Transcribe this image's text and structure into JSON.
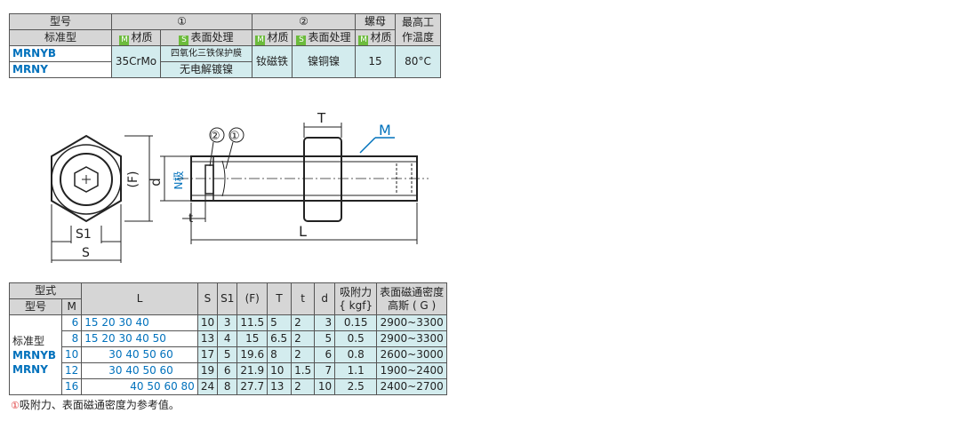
{
  "spec_table": {
    "h_model": "型号",
    "h_one": "①",
    "h_two": "②",
    "h_nut": "螺母",
    "h_maxtemp": "最高工作温度",
    "h_standard": "标准型",
    "tag_m": "M",
    "tag_s": "S",
    "h_material": "材质",
    "h_surface": "表面处理",
    "row1_model": "MRNYB",
    "row2_model": "MRNY",
    "material1": "35CrMo",
    "surface1a": "四氧化三铁保护膜",
    "surface1b": "无电解镀镍",
    "material2": "钕磁铁",
    "surface2": "镍铜镍",
    "nut": "15",
    "temp": "80°C"
  },
  "drawing": {
    "label_T": "T",
    "label_M": "M",
    "label_circ2": "②",
    "label_circ1": "①",
    "label_F": "(F)",
    "label_d": "d",
    "label_N": "N极",
    "label_t": "t",
    "label_L": "L",
    "label_S1": "S1",
    "label_S": "S"
  },
  "dim_table": {
    "h_type": "型式",
    "h_model": "型号",
    "h_M": "M",
    "h_L": "L",
    "h_S": "S",
    "h_S1": "S1",
    "h_F": "(F)",
    "h_T": "T",
    "h_t": "t",
    "h_d": "d",
    "h_force": "吸附力",
    "h_force_unit": "{ kgf}",
    "h_surface": "表面磁通密度",
    "h_surface_unit": "高斯 ( G )",
    "model_standard": "标准型",
    "model_1": "MRNYB",
    "model_2": "MRNY",
    "rows": [
      {
        "M": "6",
        "L": "15 20 30 40",
        "S": "10",
        "S1": "3",
        "F": "11.5",
        "T": "5",
        "t": "2",
        "d": "3",
        "force": "0.15",
        "gauss": "2900~3300"
      },
      {
        "M": "8",
        "L": "15 20 30 40 50",
        "S": "13",
        "S1": "4",
        "F": "15",
        "T": "6.5",
        "t": "2",
        "d": "5",
        "force": "0.5",
        "gauss": "2900~3300"
      },
      {
        "M": "10",
        "L": "30 40 50 60",
        "S": "17",
        "S1": "5",
        "F": "19.6",
        "T": "8",
        "t": "2",
        "d": "6",
        "force": "0.8",
        "gauss": "2600~3000"
      },
      {
        "M": "12",
        "L": "30 40 50 60",
        "S": "19",
        "S1": "6",
        "F": "21.9",
        "T": "10",
        "t": "1.5",
        "d": "7",
        "force": "1.1",
        "gauss": "1900~2400"
      },
      {
        "M": "16",
        "L": "40 50 60 80",
        "S": "24",
        "S1": "8",
        "F": "27.7",
        "T": "13",
        "t": "2",
        "d": "10",
        "force": "2.5",
        "gauss": "2400~2700"
      }
    ]
  },
  "note": {
    "mark": "①",
    "text": "吸附力、表面磁通密度为参考值。"
  }
}
